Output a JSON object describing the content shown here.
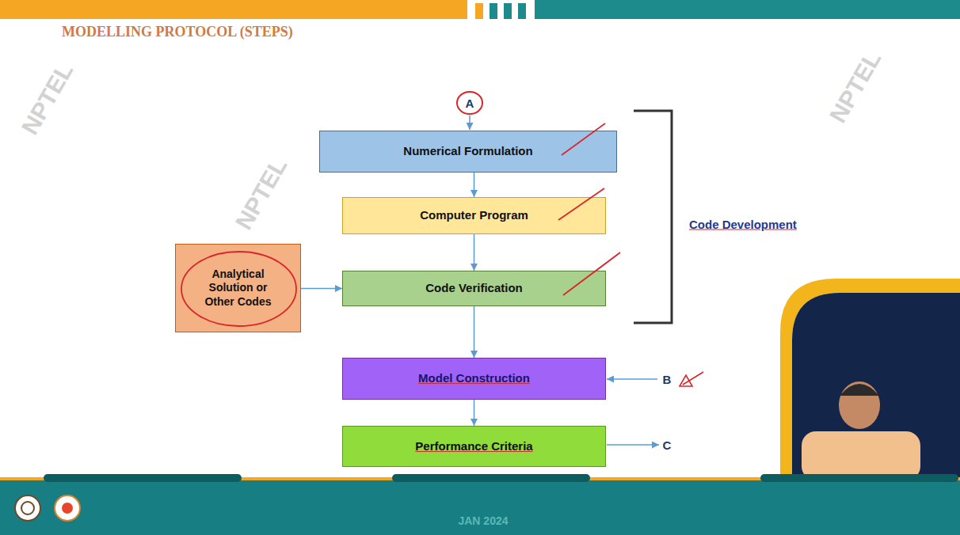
{
  "diagram": {
    "title": "MODELLING PROTOCOL (STEPS)",
    "nodes": [
      {
        "text": [
          "Numerical Formulation"
        ]
      },
      {
        "text": [
          "Computer Program"
        ]
      },
      {
        "text": [
          "Analytical Solution or Other Codes"
        ]
      },
      {
        "text": [
          "Code Verification"
        ]
      },
      {
        "text": [
          "Model Construction"
        ]
      },
      {
        "text": [
          "Performance Criteria"
        ]
      }
    ],
    "edges": [
      {
        "from": 0,
        "to": 1,
        "arrow": "to"
      },
      {
        "from": 1,
        "to": 3,
        "arrow": "to"
      },
      {
        "from": 2,
        "to": 3,
        "arrow": "to"
      },
      {
        "from": 3,
        "to": 4,
        "arrow": "to"
      },
      {
        "from": 4,
        "to": 5,
        "arrow": "to"
      }
    ],
    "labels": [
      "NPTEL",
      "NPTEL",
      "A",
      "NPTEL",
      "Code Development",
      "B",
      "C",
      "JAN 2024"
    ]
  }
}
